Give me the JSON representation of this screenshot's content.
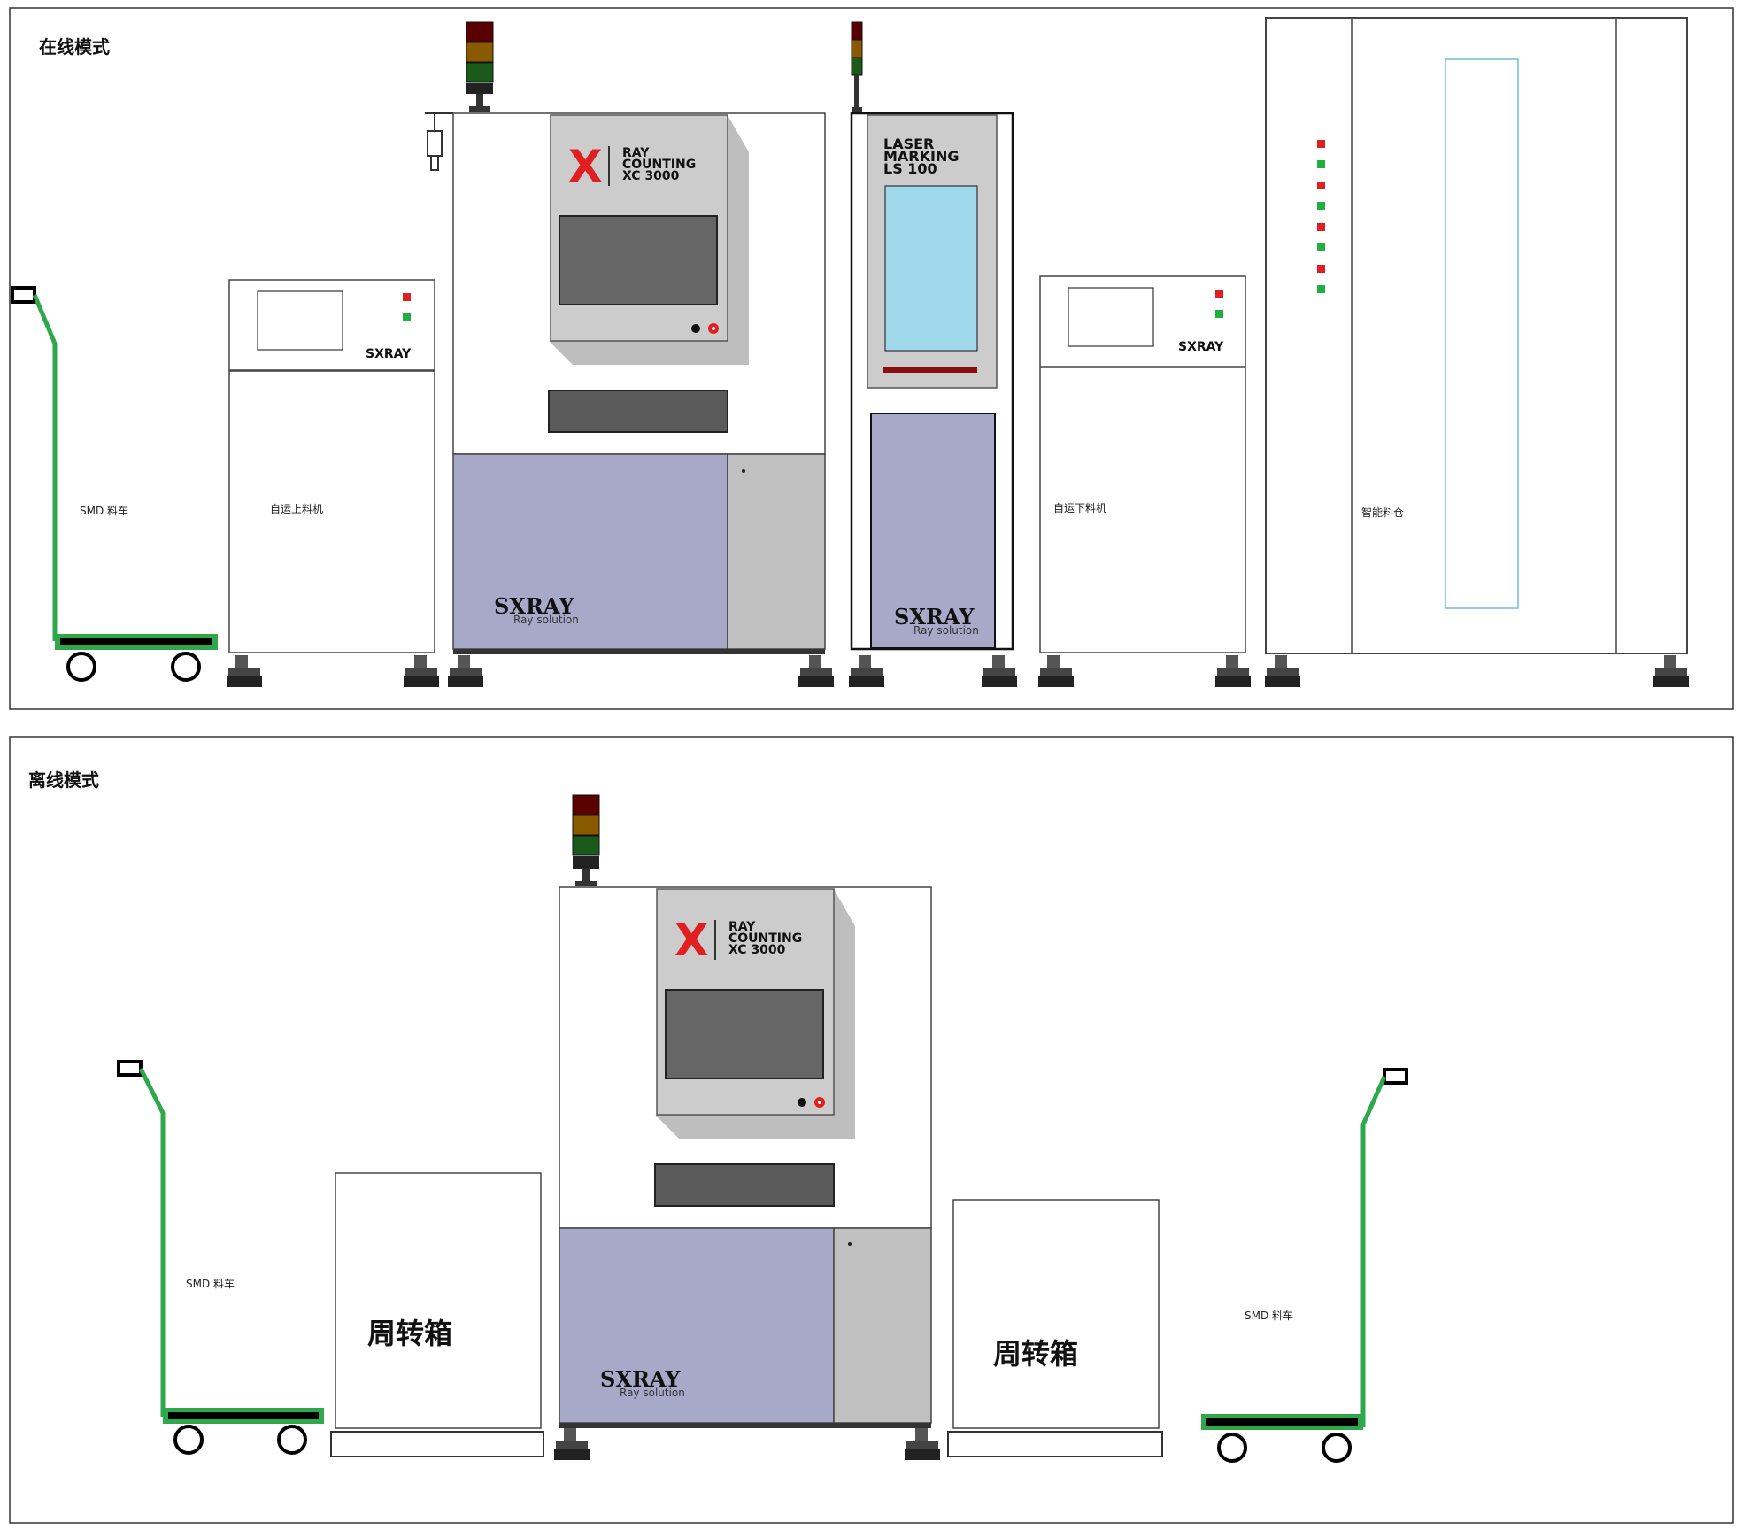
{
  "panels": {
    "online_title": "在线模式",
    "offline_title": "离线模式"
  },
  "labels": {
    "smd_cart": "SMD 料车",
    "auto_loader": "自运上料机",
    "auto_unloader": "自运下料机",
    "smart_warehouse": "智能料仓",
    "transfer_box": "周转箱",
    "sxray": "SXRAY",
    "ray_solution": "Ray solution",
    "xray_brand_x": "X",
    "xray_line1": "RAY",
    "xray_line2": "COUNTING",
    "xray_line3": "XC 3000",
    "laser_line1": "LASER",
    "laser_line2": "MARKING",
    "laser_line3": "LS 100"
  },
  "colors": {
    "cart_green": "#2ea84a",
    "body_purple": "#a8a8c8",
    "panel_grey": "#c8c8c8",
    "screen_dark": "#666666",
    "laser_screen": "#9ed8ea",
    "led_red": "#e02020",
    "led_green": "#20b040",
    "brand_red": "#e02020"
  }
}
